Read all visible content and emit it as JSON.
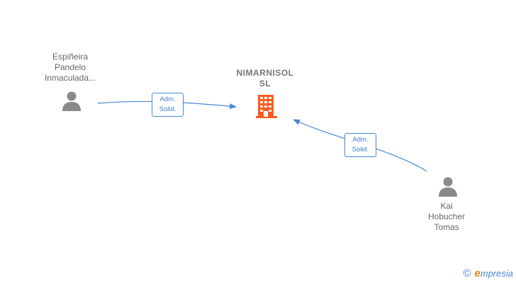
{
  "diagram": {
    "company": {
      "line1": "NIMARNISOL",
      "line2": "SL",
      "icon": "building-icon",
      "color": "#ff5a1f"
    },
    "people": [
      {
        "line1": "Espiñeira",
        "line2": "Pandelo",
        "line3": "Inmaculada...",
        "icon": "person-icon"
      },
      {
        "line1": "Kai",
        "line2": "Hobucher",
        "line3": "Tomas",
        "icon": "person-icon"
      }
    ],
    "relations": [
      {
        "line1": "Adm.",
        "line2": "Solid."
      },
      {
        "line1": "Adm.",
        "line2": "Solid."
      }
    ],
    "edge_color": "#4a87d4"
  },
  "footer": {
    "copyright_symbol": "©",
    "brand_initial": "e",
    "brand_rest": "mpresia",
    "brand_color": "#4a87d4",
    "brand_initial_color": "#e8811c"
  }
}
